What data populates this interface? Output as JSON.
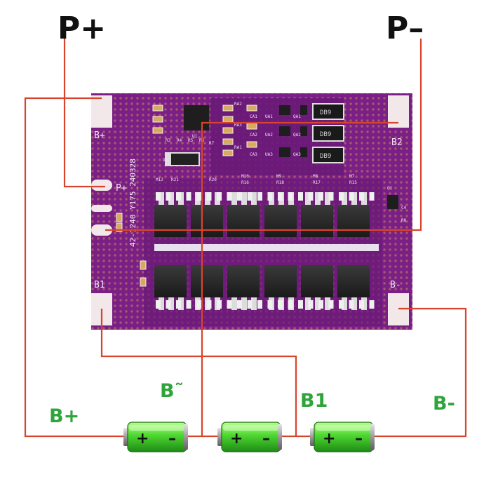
{
  "labels": {
    "p_plus": "P+",
    "p_minus": "P–",
    "b_plus": "B+",
    "b_minus": "B-",
    "b_tilde": "B˜",
    "b1": "B1"
  },
  "board": {
    "pad_b_plus": "B+",
    "pad_p_plus": "P+",
    "pad_b2": "B2",
    "pad_b1": "B1",
    "pad_b_minus": "B-",
    "part_number": "42-1240_Y175_240328",
    "comp_refs": [
      "M12",
      "R21",
      "R20",
      "M10",
      "R16",
      "M9",
      "R18",
      "M8",
      "R17",
      "M7",
      "R15",
      "Q1",
      "C4",
      "R8",
      "U1",
      "D1",
      "R7",
      "R3",
      "R4",
      "R5",
      "R6",
      "RA2",
      "RA3",
      "RA1",
      "CA1",
      "CA2",
      "CA3",
      "UA1",
      "UA2",
      "UA3",
      "QA1",
      "QA2",
      "QA3"
    ],
    "chip_marks": [
      "DB9",
      "DB9",
      "DB9"
    ]
  },
  "battery_symbols": {
    "plus": "+",
    "minus": "–"
  },
  "colors": {
    "wire": "#d8442b",
    "pcb": "#7a1f86",
    "pcb_dark": "#5b1666",
    "pad": "#f2e7e9",
    "battery_green": "#4cd630",
    "label_green": "#2ea43a",
    "label_black": "#111111"
  }
}
